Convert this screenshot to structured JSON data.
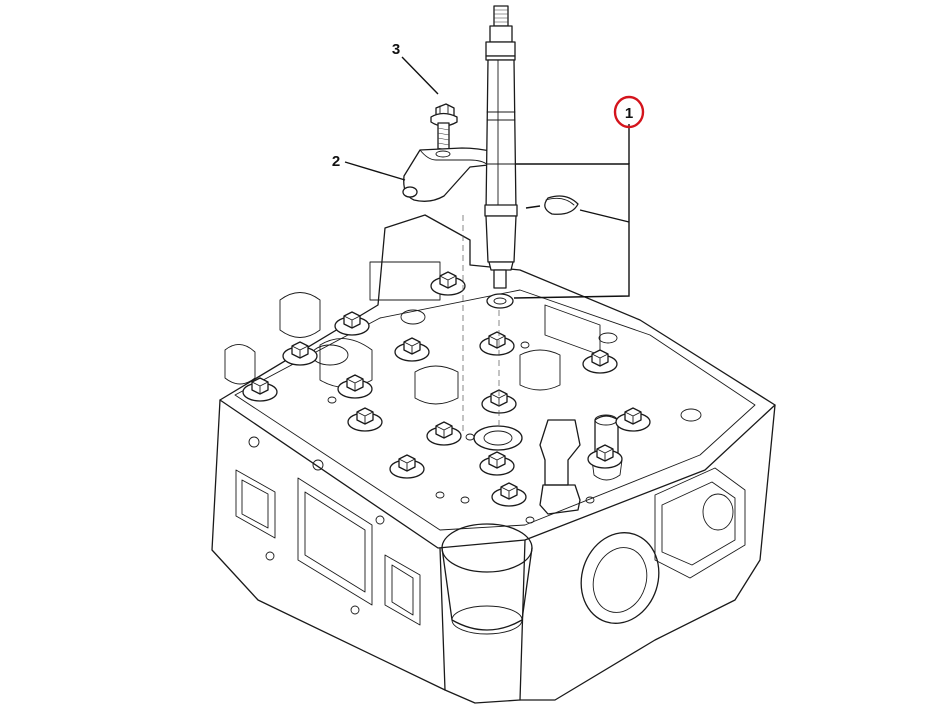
{
  "callouts": [
    {
      "id": "1",
      "label": "1",
      "part": "injector",
      "highlighted": true
    },
    {
      "id": "2",
      "label": "2",
      "part": "clamp",
      "highlighted": false
    },
    {
      "id": "3",
      "label": "3",
      "part": "bolt",
      "highlighted": false
    }
  ],
  "colors": {
    "line": "#1a1a1a",
    "highlight_ring": "#d4141c",
    "background": "#ffffff"
  }
}
